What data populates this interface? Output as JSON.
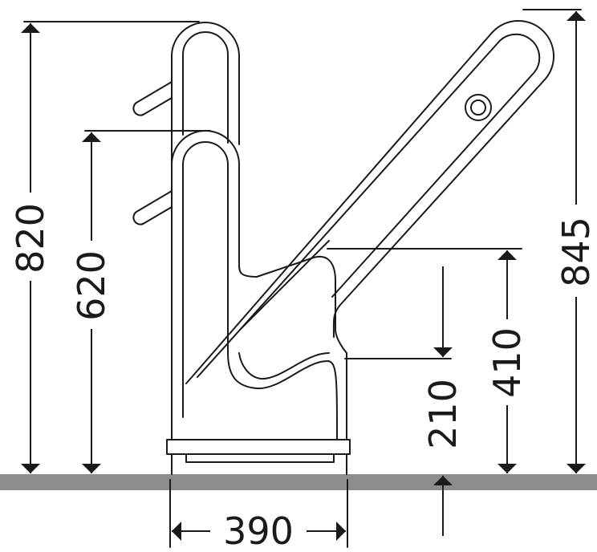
{
  "diagram": {
    "type": "technical-dimension-drawing",
    "subject": "bike-rack",
    "colors": {
      "line": "#1a1a1a",
      "ground": "#8c8c8c",
      "background": "#ffffff"
    },
    "dimensions": {
      "height_outer": "820",
      "height_inner": "620",
      "height_wheel_trough": "210",
      "height_support": "410",
      "height_total": "845",
      "base_width": "390"
    }
  }
}
